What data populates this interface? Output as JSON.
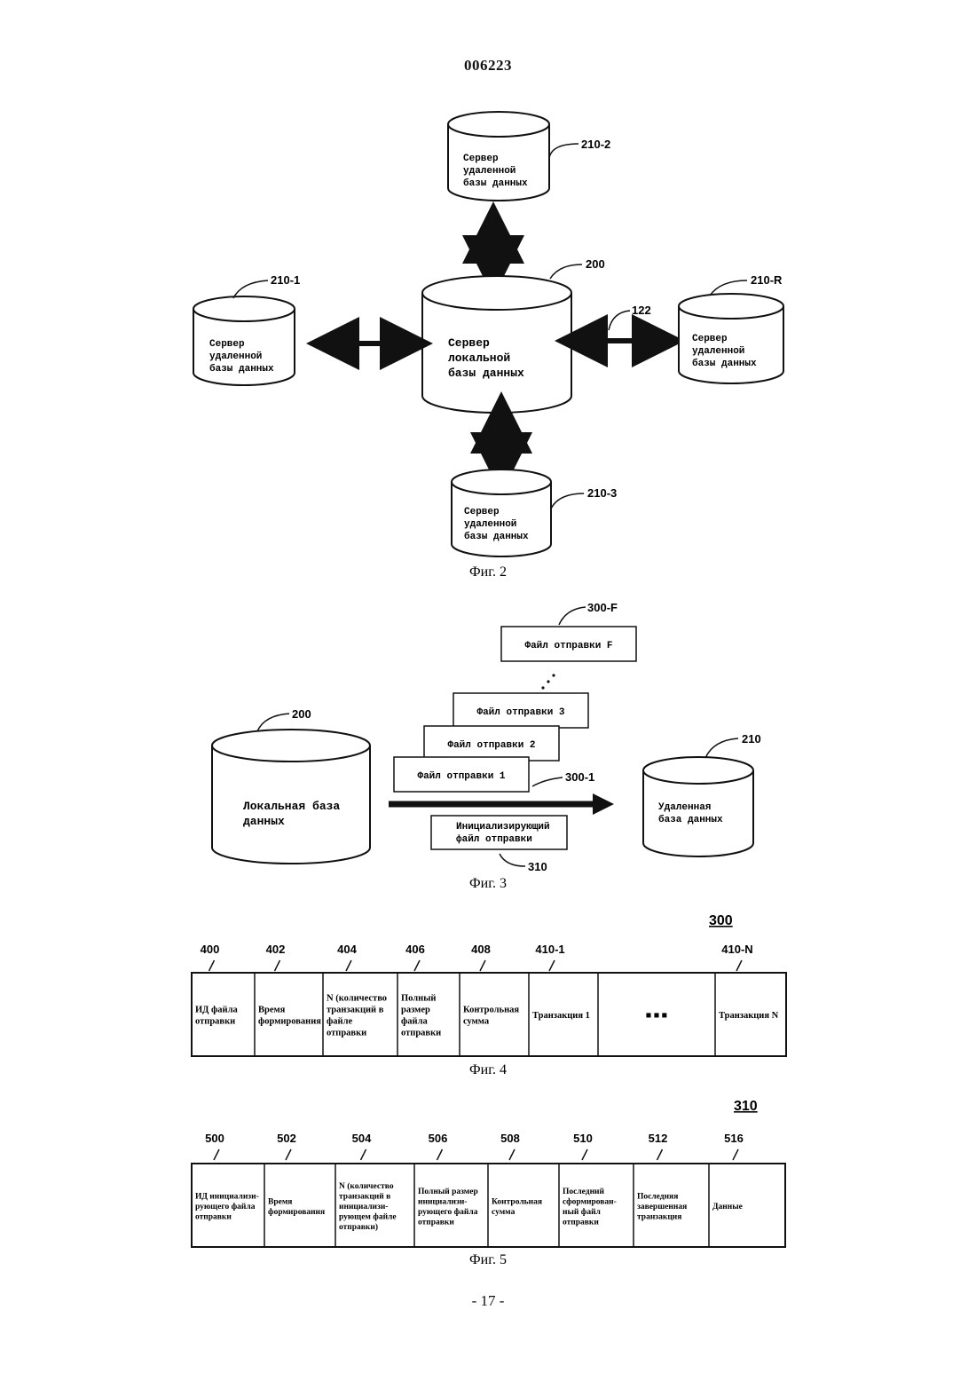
{
  "header": {
    "doc_number": "006223"
  },
  "footer": {
    "page_number": "- 17 -"
  },
  "fig2": {
    "caption": "Фиг. 2",
    "local_server": {
      "ref": "200",
      "lines": [
        "Сервер",
        "локальной",
        "базы данных"
      ]
    },
    "remote_top": {
      "ref": "210-2",
      "lines": [
        "Сервер",
        "удаленной",
        "базы данных"
      ]
    },
    "remote_left": {
      "ref": "210-1",
      "lines": [
        "Сервер",
        "удаленной",
        "базы данных"
      ]
    },
    "remote_right": {
      "ref": "210-R",
      "lines": [
        "Сервер",
        "удаленной",
        "базы данных"
      ]
    },
    "remote_bottom": {
      "ref": "210-3",
      "lines": [
        "Сервер",
        "удаленной",
        "базы данных"
      ]
    },
    "link_ref": "122"
  },
  "fig3": {
    "caption": "Фиг. 3",
    "local_db": {
      "ref": "200",
      "lines": [
        "Локальная база",
        "данных"
      ]
    },
    "remote_db": {
      "ref": "210",
      "lines": [
        "Удаленная",
        "база данных"
      ]
    },
    "file_f": {
      "ref": "300-F",
      "label": "Файл отправки F"
    },
    "file_3": {
      "label": "Файл отправки 3"
    },
    "file_2": {
      "label": "Файл отправки 2"
    },
    "file_1": {
      "ref": "300-1",
      "label": "Файл отправки 1"
    },
    "init_file": {
      "ref": "310",
      "lines": [
        "Инициализирующий",
        "файл отправки"
      ]
    }
  },
  "fig4": {
    "caption": "Фиг. 4",
    "ref": "300",
    "cells": [
      {
        "ref": "400",
        "lines": [
          "ИД файла",
          "отправки"
        ]
      },
      {
        "ref": "402",
        "lines": [
          "Время",
          "формирования"
        ]
      },
      {
        "ref": "404",
        "lines": [
          "N (количество",
          "транзакций в",
          "файле",
          "отправки"
        ]
      },
      {
        "ref": "406",
        "lines": [
          "Полный",
          "размер",
          "файла",
          "отправки"
        ]
      },
      {
        "ref": "408",
        "lines": [
          "Контрольная",
          "сумма"
        ]
      },
      {
        "ref": "410-1",
        "lines": [
          "Транзакция 1"
        ]
      },
      {
        "ref": "",
        "lines": [
          "■ ■ ■"
        ]
      },
      {
        "ref": "410-N",
        "lines": [
          "Транзакция N"
        ]
      }
    ]
  },
  "fig5": {
    "caption": "Фиг. 5",
    "ref": "310",
    "cells": [
      {
        "ref": "500",
        "lines": [
          "ИД инициализи-",
          "рующего файла",
          "отправки"
        ]
      },
      {
        "ref": "502",
        "lines": [
          "Время",
          "формирования"
        ]
      },
      {
        "ref": "504",
        "lines": [
          "N (количество",
          "транзакций в",
          "инициализи-",
          "рующем файле",
          "отправки)"
        ]
      },
      {
        "ref": "506",
        "lines": [
          "Полный размер",
          "инициализи-",
          "рующего файла",
          "отправки"
        ]
      },
      {
        "ref": "508",
        "lines": [
          "Контрольная",
          "сумма"
        ]
      },
      {
        "ref": "510",
        "lines": [
          "Последний",
          "сформирован-",
          "ный файл",
          "отправки"
        ]
      },
      {
        "ref": "512",
        "lines": [
          "Последняя",
          "завершенная",
          "транзакция"
        ]
      },
      {
        "ref": "516",
        "lines": [
          "Данные"
        ]
      }
    ]
  }
}
